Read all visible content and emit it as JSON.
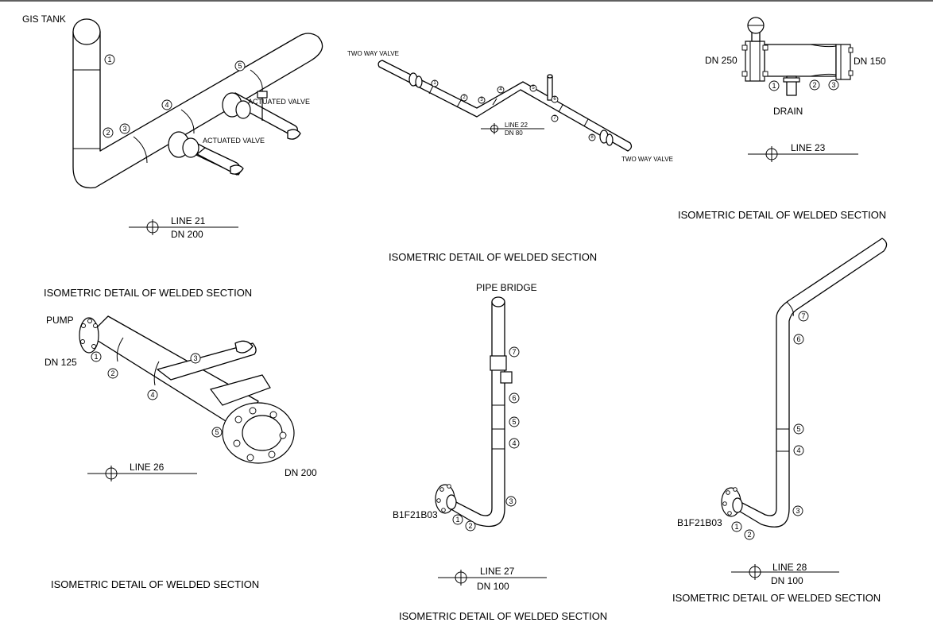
{
  "panel1": {
    "tank_label": "GIS TANK",
    "valve1": "ACTUATED VALVE",
    "valve2": "ACTUATED VALVE",
    "weld_numbers": [
      "1",
      "2",
      "3",
      "4",
      "5"
    ],
    "line": "LINE 21",
    "dn": "DN 200",
    "title": "ISOMETRIC DETAIL OF WELDED SECTION"
  },
  "panel2": {
    "valve1": "TWO WAY VALVE",
    "valve2": "TWO WAY VALVE",
    "weld_numbers": [
      "1",
      "2",
      "3",
      "4",
      "5",
      "6",
      "7",
      "8"
    ],
    "line": "LINE 22",
    "dn": "DN 80",
    "title": "ISOMETRIC DETAIL OF WELDED SECTION"
  },
  "panel3": {
    "dn_left": "DN 250",
    "dn_right": "DN 150",
    "drain": "DRAIN",
    "weld_numbers": [
      "1",
      "2",
      "3"
    ],
    "line": "LINE 23",
    "title": "ISOMETRIC DETAIL OF WELDED SECTION"
  },
  "panel4": {
    "pump": "PUMP",
    "dn_in": "DN 125",
    "dn_out": "DN 200",
    "weld_numbers": [
      "1",
      "2",
      "3",
      "4",
      "5"
    ],
    "line": "LINE 26",
    "title": "ISOMETRIC DETAIL OF WELDED SECTION"
  },
  "panel5": {
    "bridge": "PIPE BRIDGE",
    "tag": "B1F21B03",
    "weld_numbers": [
      "1",
      "2",
      "3",
      "4",
      "5",
      "6",
      "7"
    ],
    "line": "LINE 27",
    "dn": "DN 100",
    "title": "ISOMETRIC DETAIL OF WELDED SECTION"
  },
  "panel6": {
    "tag": "B1F21B03",
    "weld_numbers": [
      "1",
      "2",
      "3",
      "4",
      "5",
      "6",
      "7"
    ],
    "line": "LINE 28",
    "dn": "DN 100",
    "title": "ISOMETRIC DETAIL OF WELDED SECTION"
  }
}
